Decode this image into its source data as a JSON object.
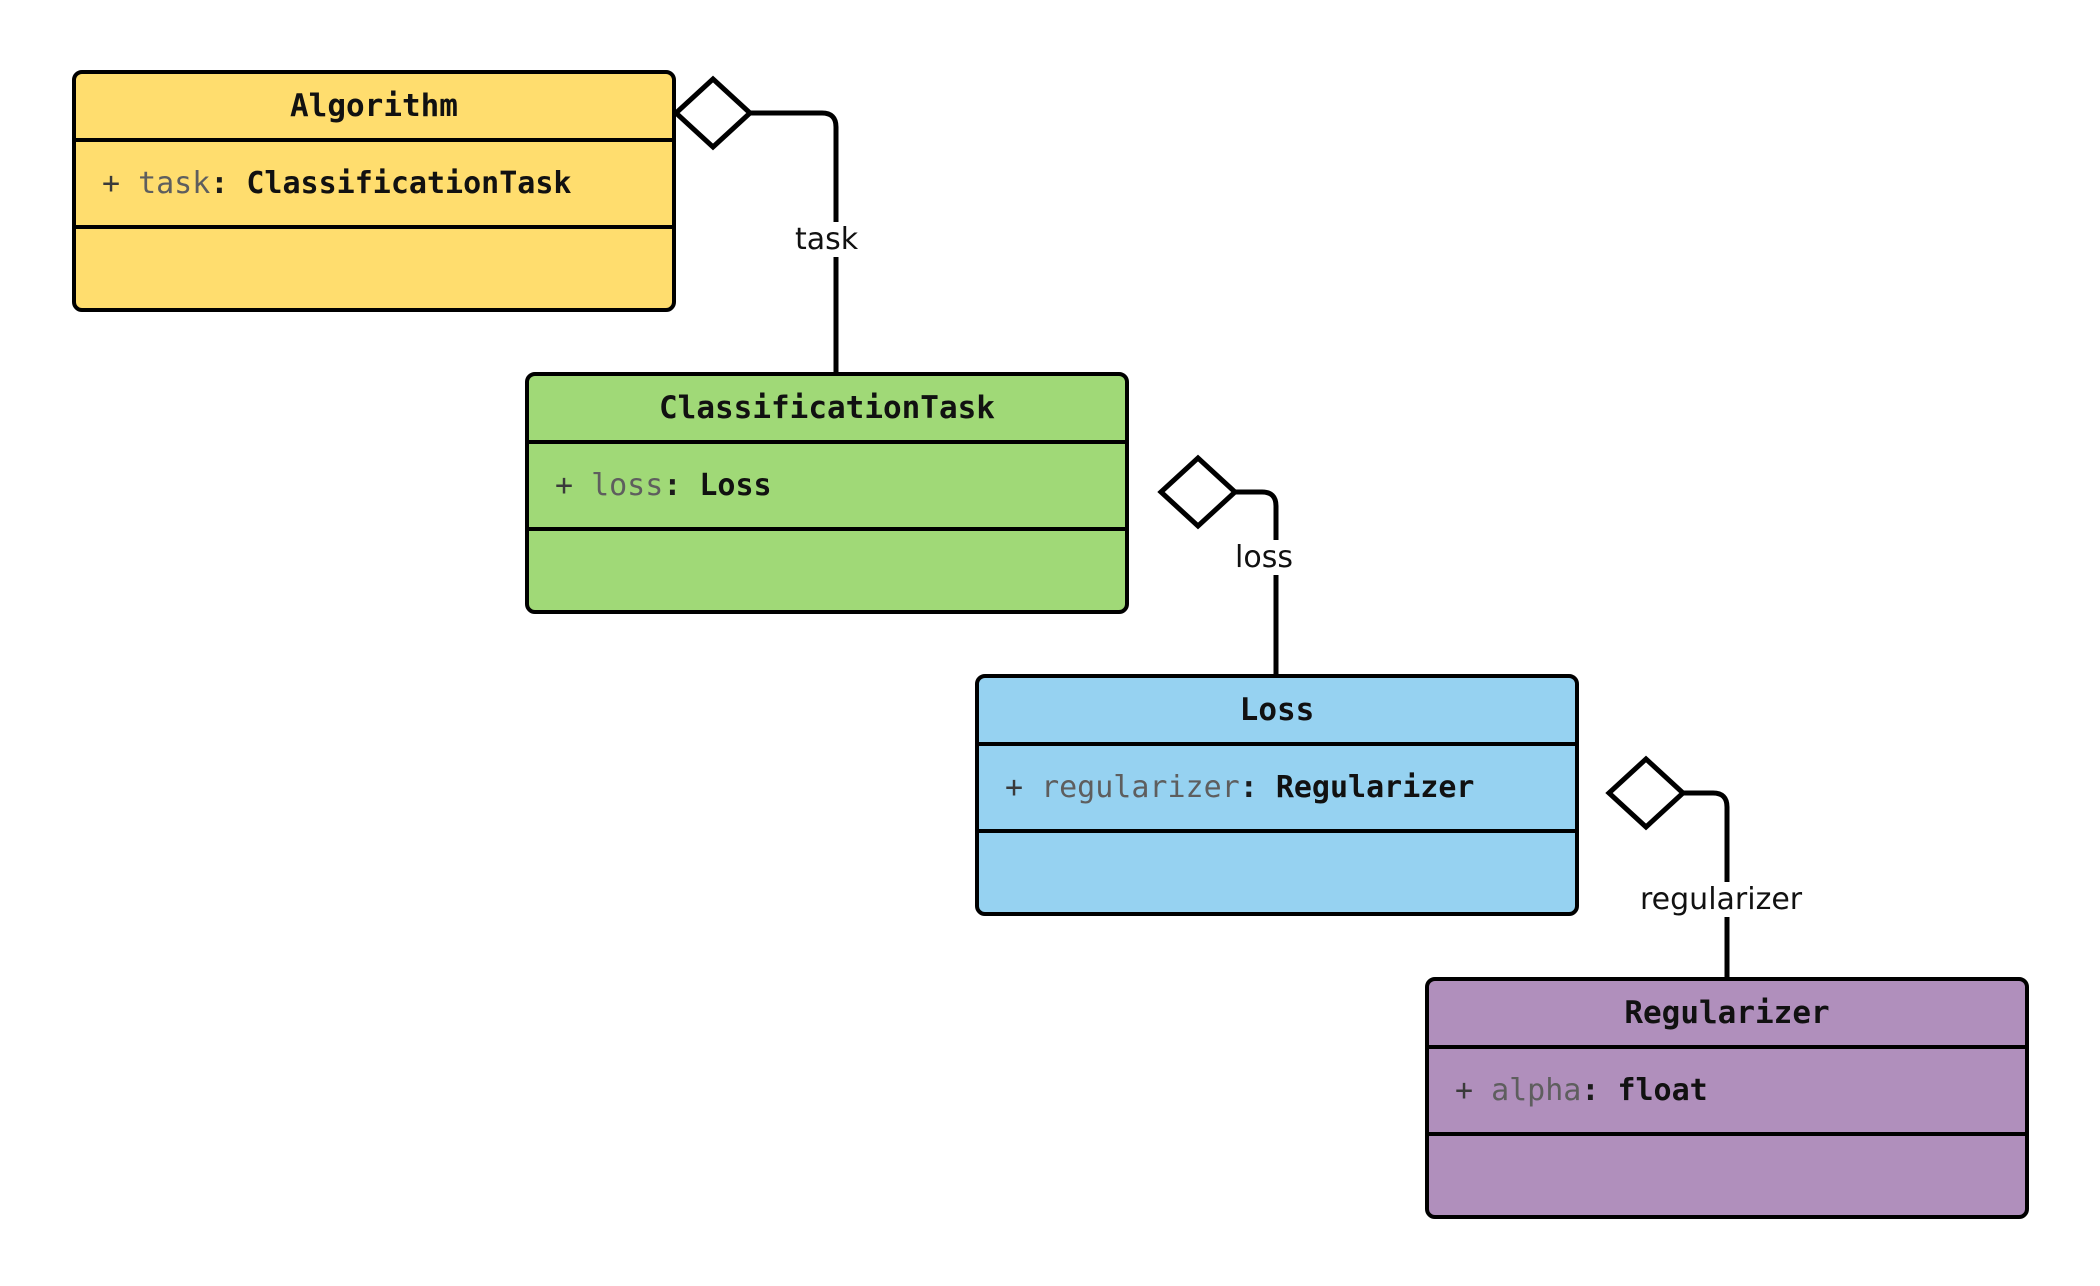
{
  "diagram": {
    "type": "uml-class-diagram",
    "title": "",
    "background_color": "#ffffff",
    "stroke_color": "#000000",
    "classes": [
      {
        "id": "algorithm",
        "name": "Algorithm",
        "fill_color": "#FFDD6E",
        "attributes": [
          {
            "visibility": "+",
            "name": "task",
            "separator": ":",
            "type": "ClassificationTask"
          }
        ],
        "methods": []
      },
      {
        "id": "classification-task",
        "name": "ClassificationTask",
        "fill_color": "#A0D977",
        "attributes": [
          {
            "visibility": "+",
            "name": "loss",
            "separator": ":",
            "type": "Loss"
          }
        ],
        "methods": []
      },
      {
        "id": "loss",
        "name": "Loss",
        "fill_color": "#96D2F1",
        "attributes": [
          {
            "visibility": "+",
            "name": "regularizer",
            "separator": ":",
            "type": "Regularizer"
          }
        ],
        "methods": []
      },
      {
        "id": "regularizer",
        "name": "Regularizer",
        "fill_color": "#B08FBC",
        "attributes": [
          {
            "visibility": "+",
            "name": "alpha",
            "separator": ":",
            "type": "float"
          }
        ],
        "methods": []
      }
    ],
    "relationships": [
      {
        "id": "rel-task",
        "kind": "aggregation",
        "marker": "hollow-diamond",
        "from": "Algorithm",
        "to": "ClassificationTask",
        "label": "task"
      },
      {
        "id": "rel-loss",
        "kind": "aggregation",
        "marker": "hollow-diamond",
        "from": "ClassificationTask",
        "to": "Loss",
        "label": "loss"
      },
      {
        "id": "rel-regularizer",
        "kind": "aggregation",
        "marker": "hollow-diamond",
        "from": "Loss",
        "to": "Regularizer",
        "label": "regularizer"
      }
    ]
  }
}
